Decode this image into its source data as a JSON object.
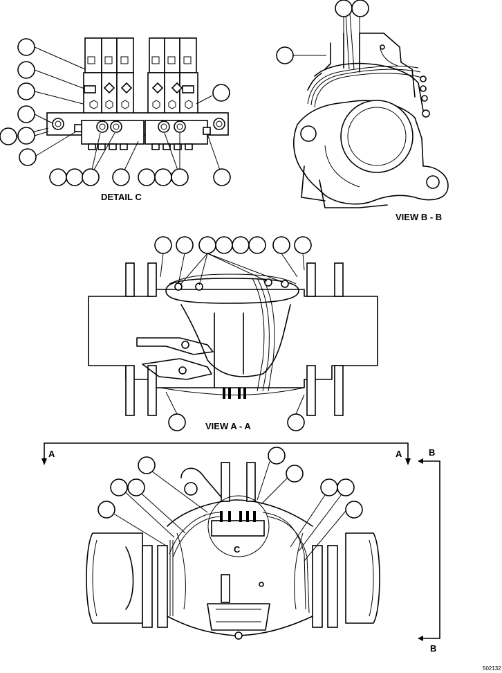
{
  "labels": {
    "detail_c": "DETAIL C",
    "view_bb": "VIEW B - B",
    "view_aa": "VIEW  A - A",
    "section_a_left": "A",
    "section_a_right": "A",
    "section_b_top": "B",
    "section_b_bottom": "B",
    "detail_marker_c": "C",
    "figure_number": "502132"
  }
}
